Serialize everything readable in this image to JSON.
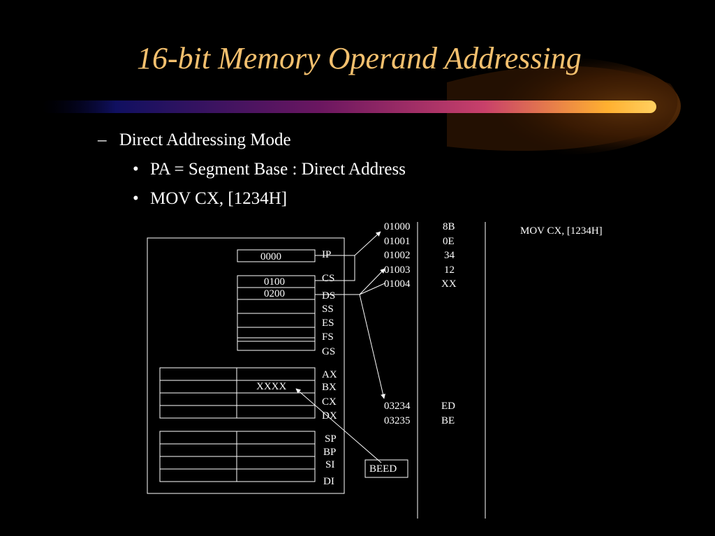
{
  "slide": {
    "title": "16-bit Memory Operand Addressing",
    "bullets": {
      "level1_marker": "–",
      "level1": "Direct Addressing Mode",
      "level2_marker": "•",
      "level2": [
        "PA = Segment Base : Direct Address",
        "MOV  CX, [1234H]"
      ]
    }
  },
  "diagram": {
    "ip_value": "0000",
    "cs_value": "0100",
    "ds_value": "0200",
    "segment_registers": [
      "IP",
      "CS",
      "DS",
      "SS",
      "ES",
      "FS",
      "GS"
    ],
    "general_registers": [
      "AX",
      "BX",
      "CX",
      "DX"
    ],
    "cx_value": "XXXX",
    "pointer_registers": [
      "SP",
      "BP",
      "SI",
      "DI"
    ],
    "memory_top": [
      {
        "address": "01000",
        "value": "8B"
      },
      {
        "address": "01001",
        "value": "0E"
      },
      {
        "address": "01002",
        "value": "34"
      },
      {
        "address": "01003",
        "value": "12"
      },
      {
        "address": "01004",
        "value": "XX"
      }
    ],
    "memory_bottom": [
      {
        "address": "03234",
        "value": "ED"
      },
      {
        "address": "03235",
        "value": "BE"
      }
    ],
    "result_box": "BEED",
    "instruction_label": "MOV CX, [1234H]"
  },
  "colors": {
    "background": "#000000",
    "title": "#f4c06e",
    "text": "#ffffff",
    "swoosh_orange": "#ff8c1a"
  }
}
